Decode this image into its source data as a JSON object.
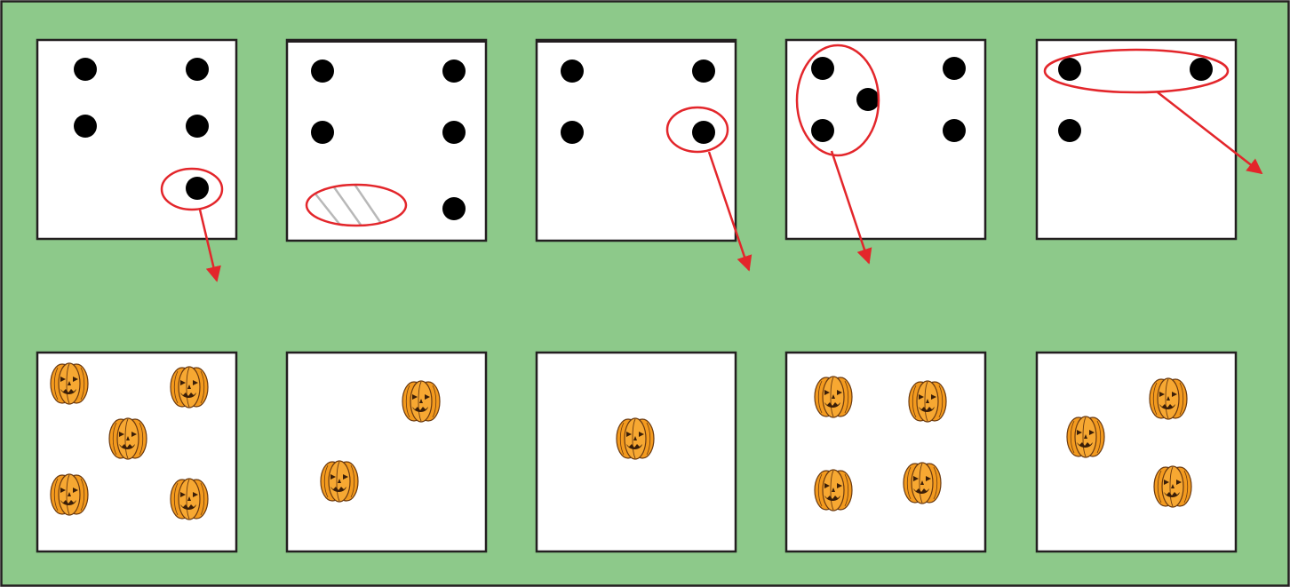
{
  "colors": {
    "background": "#8dc98a",
    "border": "#231f20",
    "card_fill": "#ffffff",
    "card_border": "#231f20",
    "pip": "#000000",
    "annotation": "#e3262b",
    "hatch": "#b8b8b8",
    "pumpkin_body": "#f39a1e",
    "pumpkin_rib": "#6b3a10",
    "pumpkin_stem": "#3f8a3a"
  },
  "dice_cards": [
    {
      "pips": 5,
      "annotation": "circle-single-pip"
    },
    {
      "pips": 5,
      "annotation": "hatched-missing-pip"
    },
    {
      "pips": 4,
      "annotation": "circle-single-pip"
    },
    {
      "pips": 5,
      "annotation": "circle-three-pips"
    },
    {
      "pips": 3,
      "annotation": "circle-two-pips"
    }
  ],
  "pumpkin_cards": [
    {
      "pumpkins": 5
    },
    {
      "pumpkins": 2
    },
    {
      "pumpkins": 1
    },
    {
      "pumpkins": 4
    },
    {
      "pumpkins": 3
    }
  ],
  "icons": [
    "dice-pip-icon",
    "pumpkin-icon",
    "red-arrow-icon",
    "red-ellipse-icon"
  ]
}
